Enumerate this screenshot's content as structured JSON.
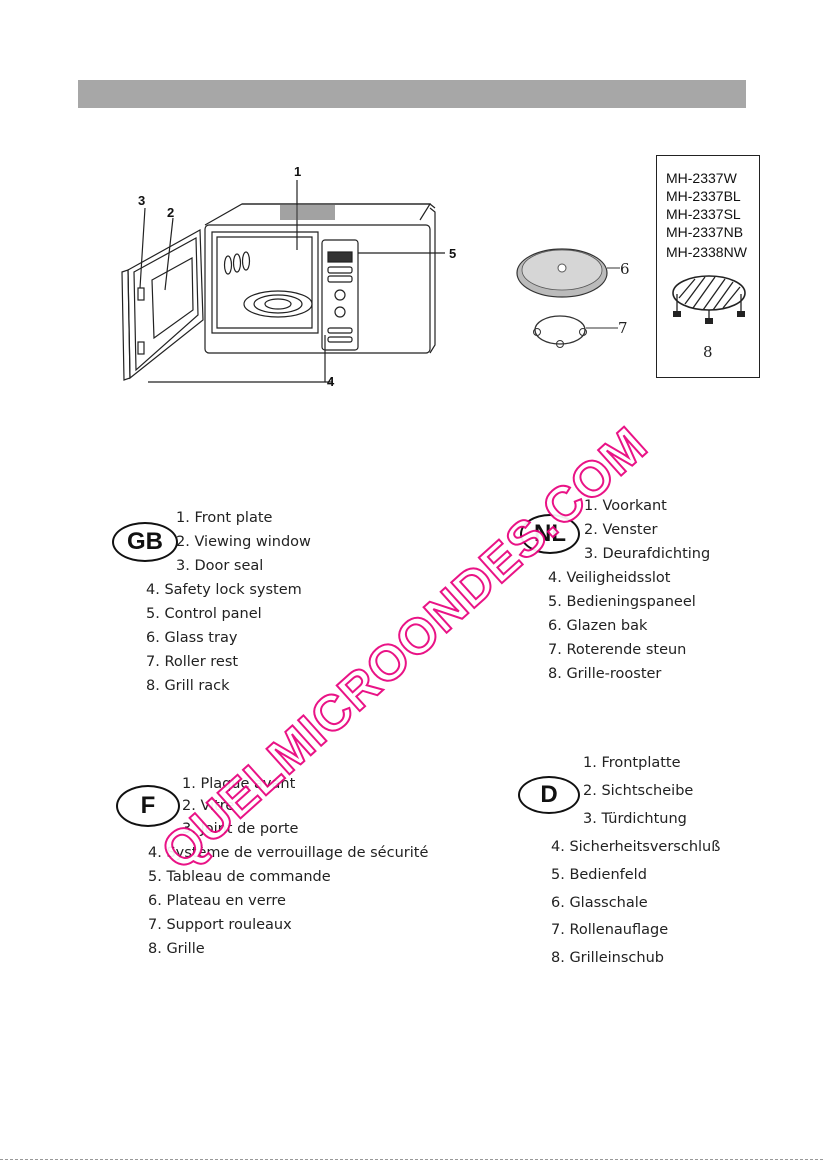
{
  "diagram": {
    "callouts": {
      "c1": "1",
      "c2": "2",
      "c3": "3",
      "c4": "4",
      "c5": "5",
      "c6": "6",
      "c7": "7",
      "c8": "8"
    }
  },
  "models": [
    "MH-2337W",
    "MH-2337BL",
    "MH-2337SL",
    "MH-2337NB",
    "MH-2338NW"
  ],
  "sections": {
    "gb": {
      "badge": "GB",
      "items": [
        "1. Front plate",
        "2. Viewing window",
        "3. Door seal",
        "4. Safety lock system",
        "5. Control panel",
        "6. Glass tray",
        "7. Roller rest",
        "8. Grill rack"
      ]
    },
    "nl": {
      "badge": "NL",
      "items": [
        "1. Voorkant",
        "2. Venster",
        "3. Deurafdichting",
        "4. Veiligheidsslot",
        "5. Bedieningspaneel",
        "6. Glazen bak",
        "7. Roterende steun",
        "8. Grille-rooster"
      ]
    },
    "f": {
      "badge": "F",
      "items": [
        "1. Plaque avant",
        "2. Vitre",
        "3. Joint de porte",
        "4. Système de verrouillage de sécurité",
        "5. Tableau de commande",
        "6. Plateau en verre",
        "7. Support rouleaux",
        "8. Grille"
      ]
    },
    "d": {
      "badge": "D",
      "items": [
        "1. Frontplatte",
        "2. Sichtscheibe",
        "3. Türdichtung",
        "4. Sicherheitsverschluß",
        "5. Bedienfeld",
        "6. Glasschale",
        "7. Rollenauflage",
        "8. Grilleinschub"
      ]
    }
  },
  "watermark": "QUELMICROONDES.COM",
  "colors": {
    "header_bar": "#a7a7a7",
    "watermark_stroke": "#e8007c"
  }
}
